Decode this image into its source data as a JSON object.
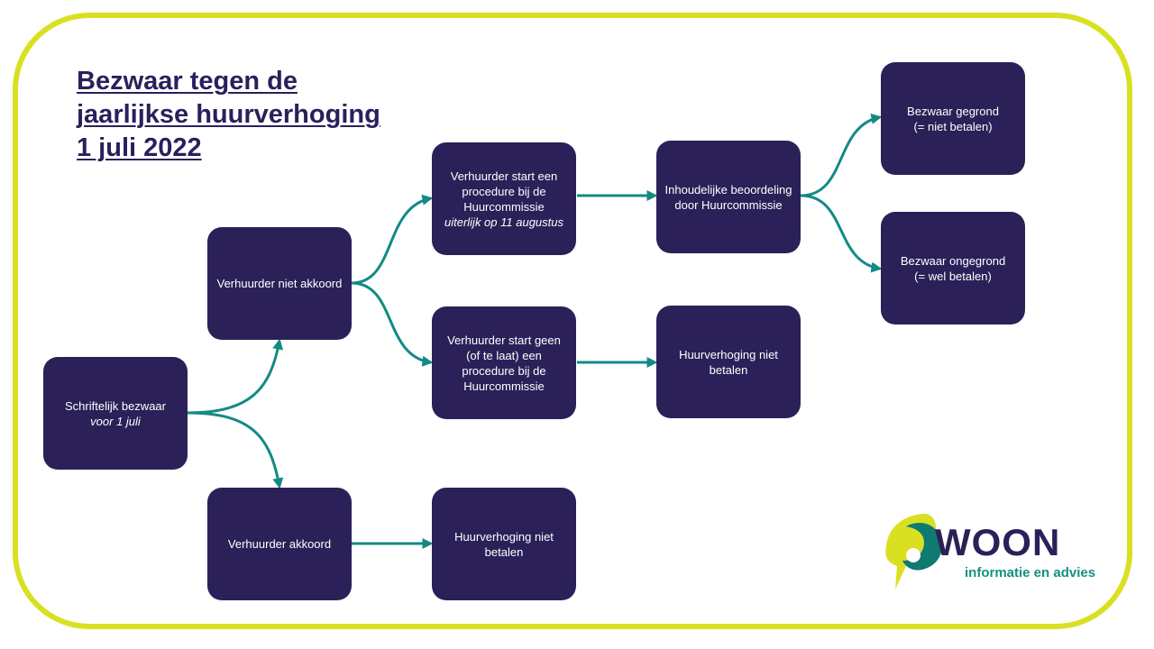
{
  "title": {
    "line1": "Bezwaar tegen de",
    "line2": "jaarlijkse  huurverhoging",
    "line3": "1 juli 2022"
  },
  "nodes": {
    "start": {
      "text": "Schriftelijk bezwaar",
      "italic": "voor 1 juli"
    },
    "not_agree": {
      "text": "Verhuurder niet akkoord"
    },
    "agree": {
      "text": "Verhuurder akkoord"
    },
    "agree_result": {
      "text": "Huurverhoging niet betalen"
    },
    "procedure": {
      "text": "Verhuurder start een procedure bij de Huurcommissie",
      "italic": "uiterlijk op 11 augustus"
    },
    "no_procedure": {
      "text": "Verhuurder start geen (of te laat) een procedure bij de Huurcommissie"
    },
    "assessment": {
      "text": "Inhoudelijke beoordeling door Huurcommissie"
    },
    "no_procedure_result": {
      "text": "Huurverhoging niet betalen"
    },
    "founded": {
      "text": "Bezwaar gegrond",
      "text2": "(= niet betalen)"
    },
    "unfounded": {
      "text": "Bezwaar ongegrond",
      "text2": "(= wel betalen)"
    }
  },
  "logo": {
    "word": "WOON",
    "tagline": "informatie en advies"
  },
  "colors": {
    "border": "#d9e021",
    "box": "#2b2158",
    "arrow": "#138a84",
    "title": "#2b1f5c",
    "logo_green": "#159080"
  }
}
